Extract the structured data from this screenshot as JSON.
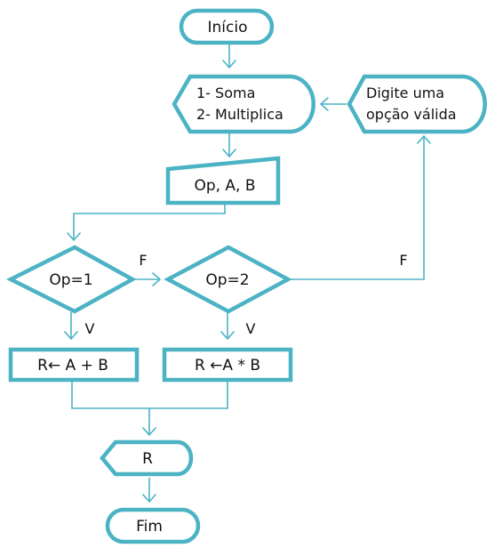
{
  "nodes": {
    "start": {
      "text": "Início"
    },
    "menu": {
      "lines": [
        "1- Soma",
        "2- Multiplica"
      ]
    },
    "invalid": {
      "lines": [
        "Digite uma",
        "opção válida"
      ]
    },
    "input": {
      "text": "Op, A, B"
    },
    "dec1": {
      "text": "Op=1"
    },
    "dec2": {
      "text": "Op=2"
    },
    "sum": {
      "text": "R← A + B"
    },
    "mul": {
      "text": "R ←A * B"
    },
    "out": {
      "text": "R"
    },
    "end": {
      "text": "Fim"
    }
  },
  "edges": {
    "dec1_false": "F",
    "dec2_false": "F",
    "dec1_true": "V",
    "dec2_true": "V"
  },
  "colors": {
    "stroke": "#4bb3c4",
    "text": "#111111",
    "background": "#ffffff"
  }
}
